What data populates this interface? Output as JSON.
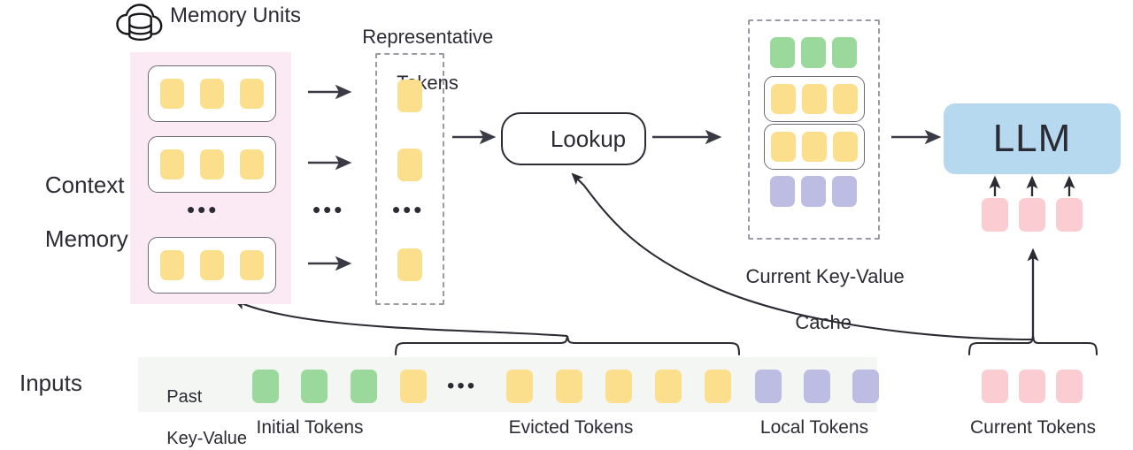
{
  "labels": {
    "memory_units": "Memory Units",
    "representative_tokens_l1": "Representative",
    "representative_tokens_l2": "Tokens",
    "context_memory_l1": "Context",
    "context_memory_l2": "Memory",
    "lookup": "Lookup",
    "current_kv_l1": "Current Key-Value",
    "current_kv_l2": "Cache",
    "llm": "LLM",
    "inputs": "Inputs",
    "past_kv_l1": "Past",
    "past_kv_l2": "Key-Value",
    "initial_tokens": "Initial Tokens",
    "evicted_tokens": "Evicted Tokens",
    "local_tokens": "Local Tokens",
    "current_tokens": "Current Tokens",
    "ellipsis": "•••"
  },
  "icons": {
    "cloud_database": "cloud-database-icon",
    "search": "search-icon"
  },
  "colors": {
    "token_yellow": "#fcdf8d",
    "token_green": "#9bd89b",
    "token_purple": "#bdbde4",
    "token_pink": "#fbcdd2",
    "memory_background": "#fbeaf3",
    "inputs_background": "#f4f6f4",
    "llm_fill": "#b6d9ef",
    "stroke": "#2b2b33",
    "dashed_stroke": "#9a9aa2"
  },
  "diagram": {
    "context_memory": {
      "units": [
        {
          "tokens": [
            "yellow",
            "yellow",
            "yellow"
          ]
        },
        {
          "tokens": [
            "yellow",
            "yellow",
            "yellow"
          ]
        },
        {
          "tokens": [
            "yellow",
            "yellow",
            "yellow"
          ]
        }
      ],
      "unit_count_display": "3 shown with ellipsis"
    },
    "representative_tokens": {
      "tokens": [
        "yellow",
        "yellow",
        "yellow"
      ]
    },
    "current_kv_cache": {
      "rows": [
        {
          "type": "plain",
          "tokens": [
            "green",
            "green",
            "green"
          ]
        },
        {
          "type": "unit",
          "tokens": [
            "yellow",
            "yellow",
            "yellow"
          ]
        },
        {
          "type": "unit",
          "tokens": [
            "yellow",
            "yellow",
            "yellow"
          ]
        },
        {
          "type": "plain",
          "tokens": [
            "purple",
            "purple",
            "purple"
          ]
        }
      ]
    },
    "llm_input_tokens": [
      "pink",
      "pink",
      "pink"
    ],
    "inputs_row": {
      "initial": [
        "green",
        "green",
        "green"
      ],
      "evicted_head": [
        "yellow"
      ],
      "evicted_tail": [
        "yellow",
        "yellow",
        "yellow",
        "yellow",
        "yellow"
      ],
      "local": [
        "purple",
        "purple",
        "purple"
      ],
      "current": [
        "pink",
        "pink",
        "pink"
      ]
    }
  }
}
